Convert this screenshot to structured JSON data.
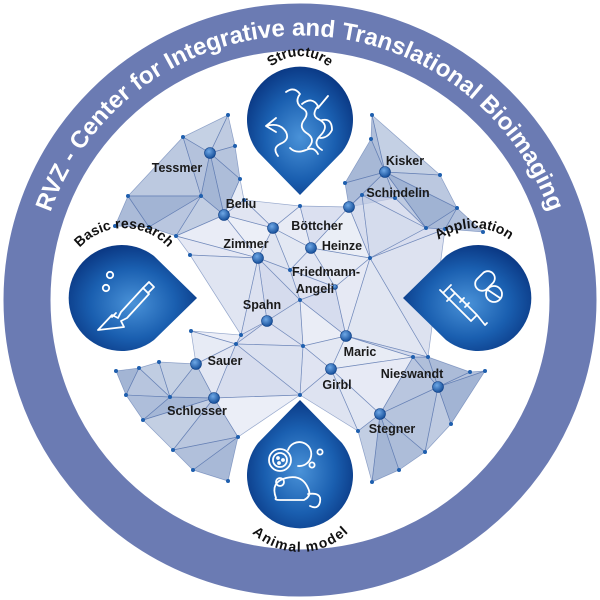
{
  "title": "RVZ - Center for Integrative and Translational Bioimaging",
  "colors": {
    "ring": "#6b7bb3",
    "drop_dark": "#0d3f8f",
    "drop_light": "#3a82cf",
    "mesh_dark": "#7f98c4",
    "mesh_light": "#eef0f8",
    "node": "#1f5fae",
    "edge": "#4a6aa8"
  },
  "categories": [
    {
      "id": "structure",
      "label": "Structure",
      "icon": "protein-ribbon-icon"
    },
    {
      "id": "basic",
      "label": "Basic research",
      "icon": "pipette-icon"
    },
    {
      "id": "application",
      "label": "Application",
      "icon": "syringe-pills-icon"
    },
    {
      "id": "animal",
      "label": "Animal model",
      "icon": "mouse-petri-dish-icon"
    }
  ],
  "members": [
    {
      "name": "Tessmer"
    },
    {
      "name": "Kisker"
    },
    {
      "name": "Schindelin"
    },
    {
      "name": "Beliu"
    },
    {
      "name": "Böttcher"
    },
    {
      "name": "Zimmer"
    },
    {
      "name": "Heinze"
    },
    {
      "name": "Friedmann-"
    },
    {
      "name": "Angeli"
    },
    {
      "name": "Spahn"
    },
    {
      "name": "Maric"
    },
    {
      "name": "Sauer"
    },
    {
      "name": "Nieswandt"
    },
    {
      "name": "Girbl"
    },
    {
      "name": "Schlosser"
    },
    {
      "name": "Stegner"
    }
  ]
}
